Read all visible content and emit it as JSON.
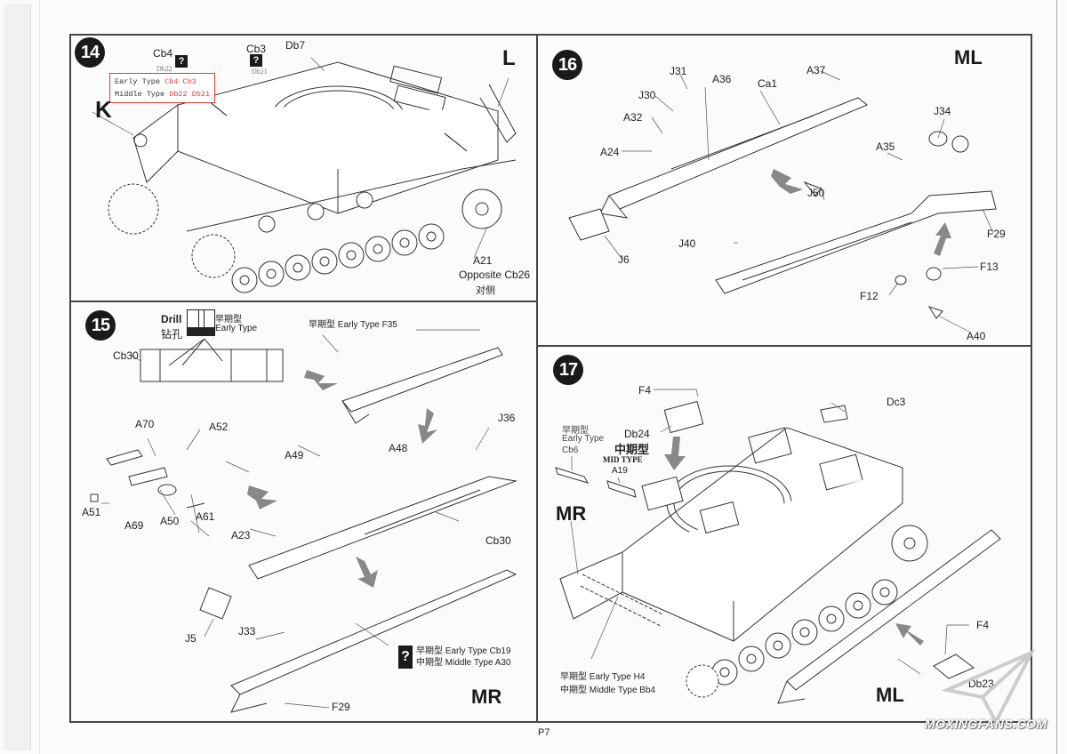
{
  "page": {
    "number": "P7",
    "watermark": "MOXINGFANS.COM"
  },
  "steps": [
    {
      "number": "14",
      "markers": {
        "front": "K",
        "rear": "L"
      },
      "labels": {
        "cb4": "Cb4",
        "cb3": "Cb3",
        "db7": "Db7",
        "db22": "Db22",
        "db21": "Db21",
        "a21": "A21",
        "opposite": "Opposite Cb26",
        "opposite_cn": "对侧"
      },
      "variant_note": {
        "early_label": "Early Type",
        "early_parts": "Cb4 Cb3",
        "middle_label": "Middle Type",
        "middle_parts": "Db22 Db21"
      },
      "question_mark": "?"
    },
    {
      "number": "15",
      "drill": {
        "label": "Drill",
        "label_cn": "钻孔",
        "type_cn": "早期型",
        "type": "Early Type"
      },
      "labels": {
        "cb30_top": "Cb30",
        "early_f35": "早期型 Early Type F35",
        "a70": "A70",
        "a52": "A52",
        "a51": "A51",
        "a69": "A69",
        "a50": "A50",
        "a61": "A61",
        "a49": "A49",
        "a48": "A48",
        "j36": "J36",
        "a23": "A23",
        "cb30": "Cb30",
        "j5": "J5",
        "j33": "J33",
        "f29": "F29"
      },
      "variant_note": {
        "early": "早期型 Early Type Cb19",
        "middle": "中期型 Middle Type A30"
      },
      "question_mark": "?",
      "side_marker": "MR"
    },
    {
      "number": "16",
      "side_marker": "ML",
      "labels": {
        "j31": "J31",
        "j30": "J30",
        "a36": "A36",
        "ca1": "Ca1",
        "a37": "A37",
        "a32": "A32",
        "a24": "A24",
        "j34": "J34",
        "a35": "A35",
        "j50": "J50",
        "f29": "F29",
        "j40": "J40",
        "j6": "J6",
        "f13": "F13",
        "f12": "F12",
        "a40": "A40"
      }
    },
    {
      "number": "17",
      "labels": {
        "f4_top": "F4",
        "db24": "Db24",
        "dc3": "Dc3",
        "early_cn": "早期型",
        "early": "Early Type",
        "cb6": "Cb6",
        "mid_cn": "中期型",
        "mid": "MID TYPE",
        "a19": "A19",
        "f4_right": "F4",
        "db23": "Db23"
      },
      "side_markers": {
        "left": "MR",
        "right": "ML"
      },
      "variant_note": {
        "early": "早期型 Early Type H4",
        "middle": "中期型 Middle Type Bb4"
      }
    }
  ]
}
